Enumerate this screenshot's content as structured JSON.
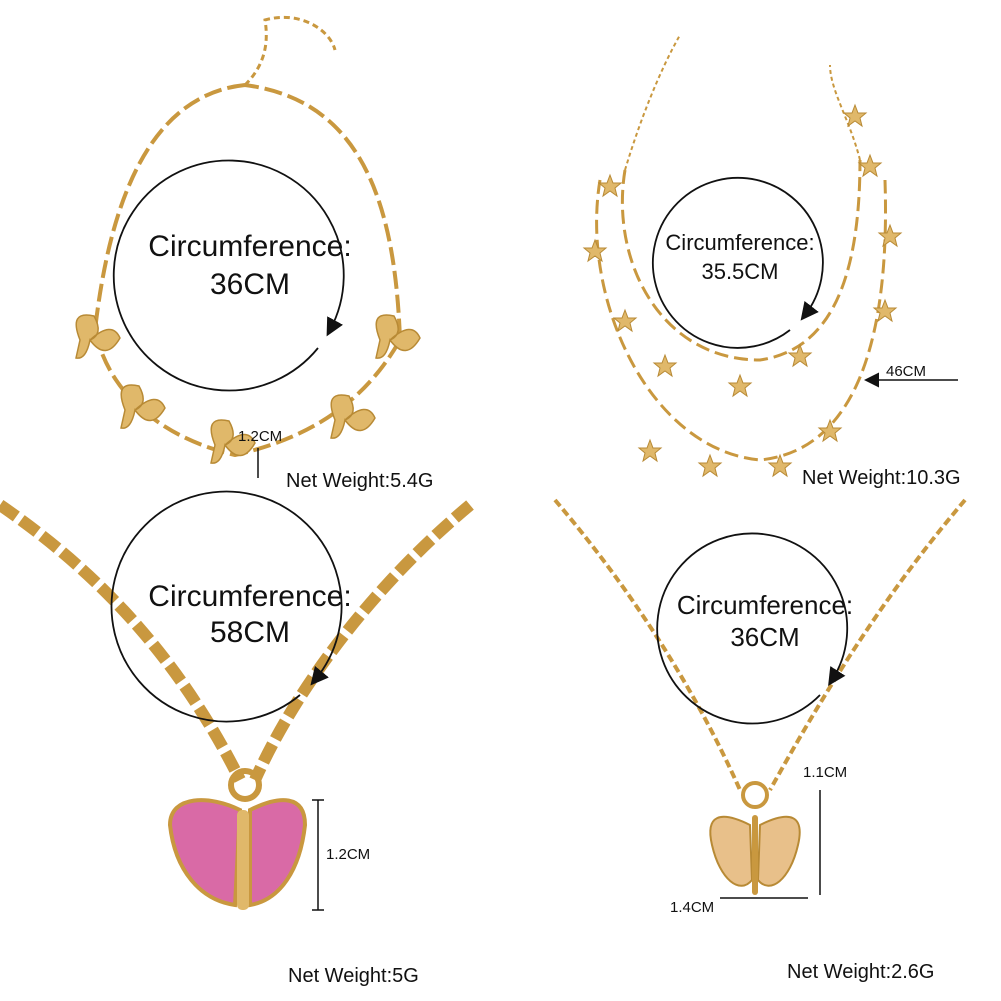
{
  "panels": [
    {
      "circumference_label": "Circumference:",
      "circumference_value": "36CM",
      "size": "1.2CM",
      "weight": "Net Weight:5.4G"
    },
    {
      "circumference_label": "Circumference:",
      "circumference_value": "35.5CM",
      "size": "46CM",
      "weight": "Net Weight:10.3G"
    },
    {
      "circumference_label": "Circumference:",
      "circumference_value": "58CM",
      "size": "1.2CM",
      "weight": "Net Weight:5G"
    },
    {
      "circumference_label": "Circumference:",
      "circumference_value": "36CM",
      "size_height": "1.1CM",
      "size_width": "1.4CM",
      "weight": "Net Weight:2.6G"
    }
  ],
  "colors": {
    "gold": "#c9983f",
    "gold_light": "#e6c27a",
    "pink": "#d96aa6",
    "ink": "#111111"
  }
}
